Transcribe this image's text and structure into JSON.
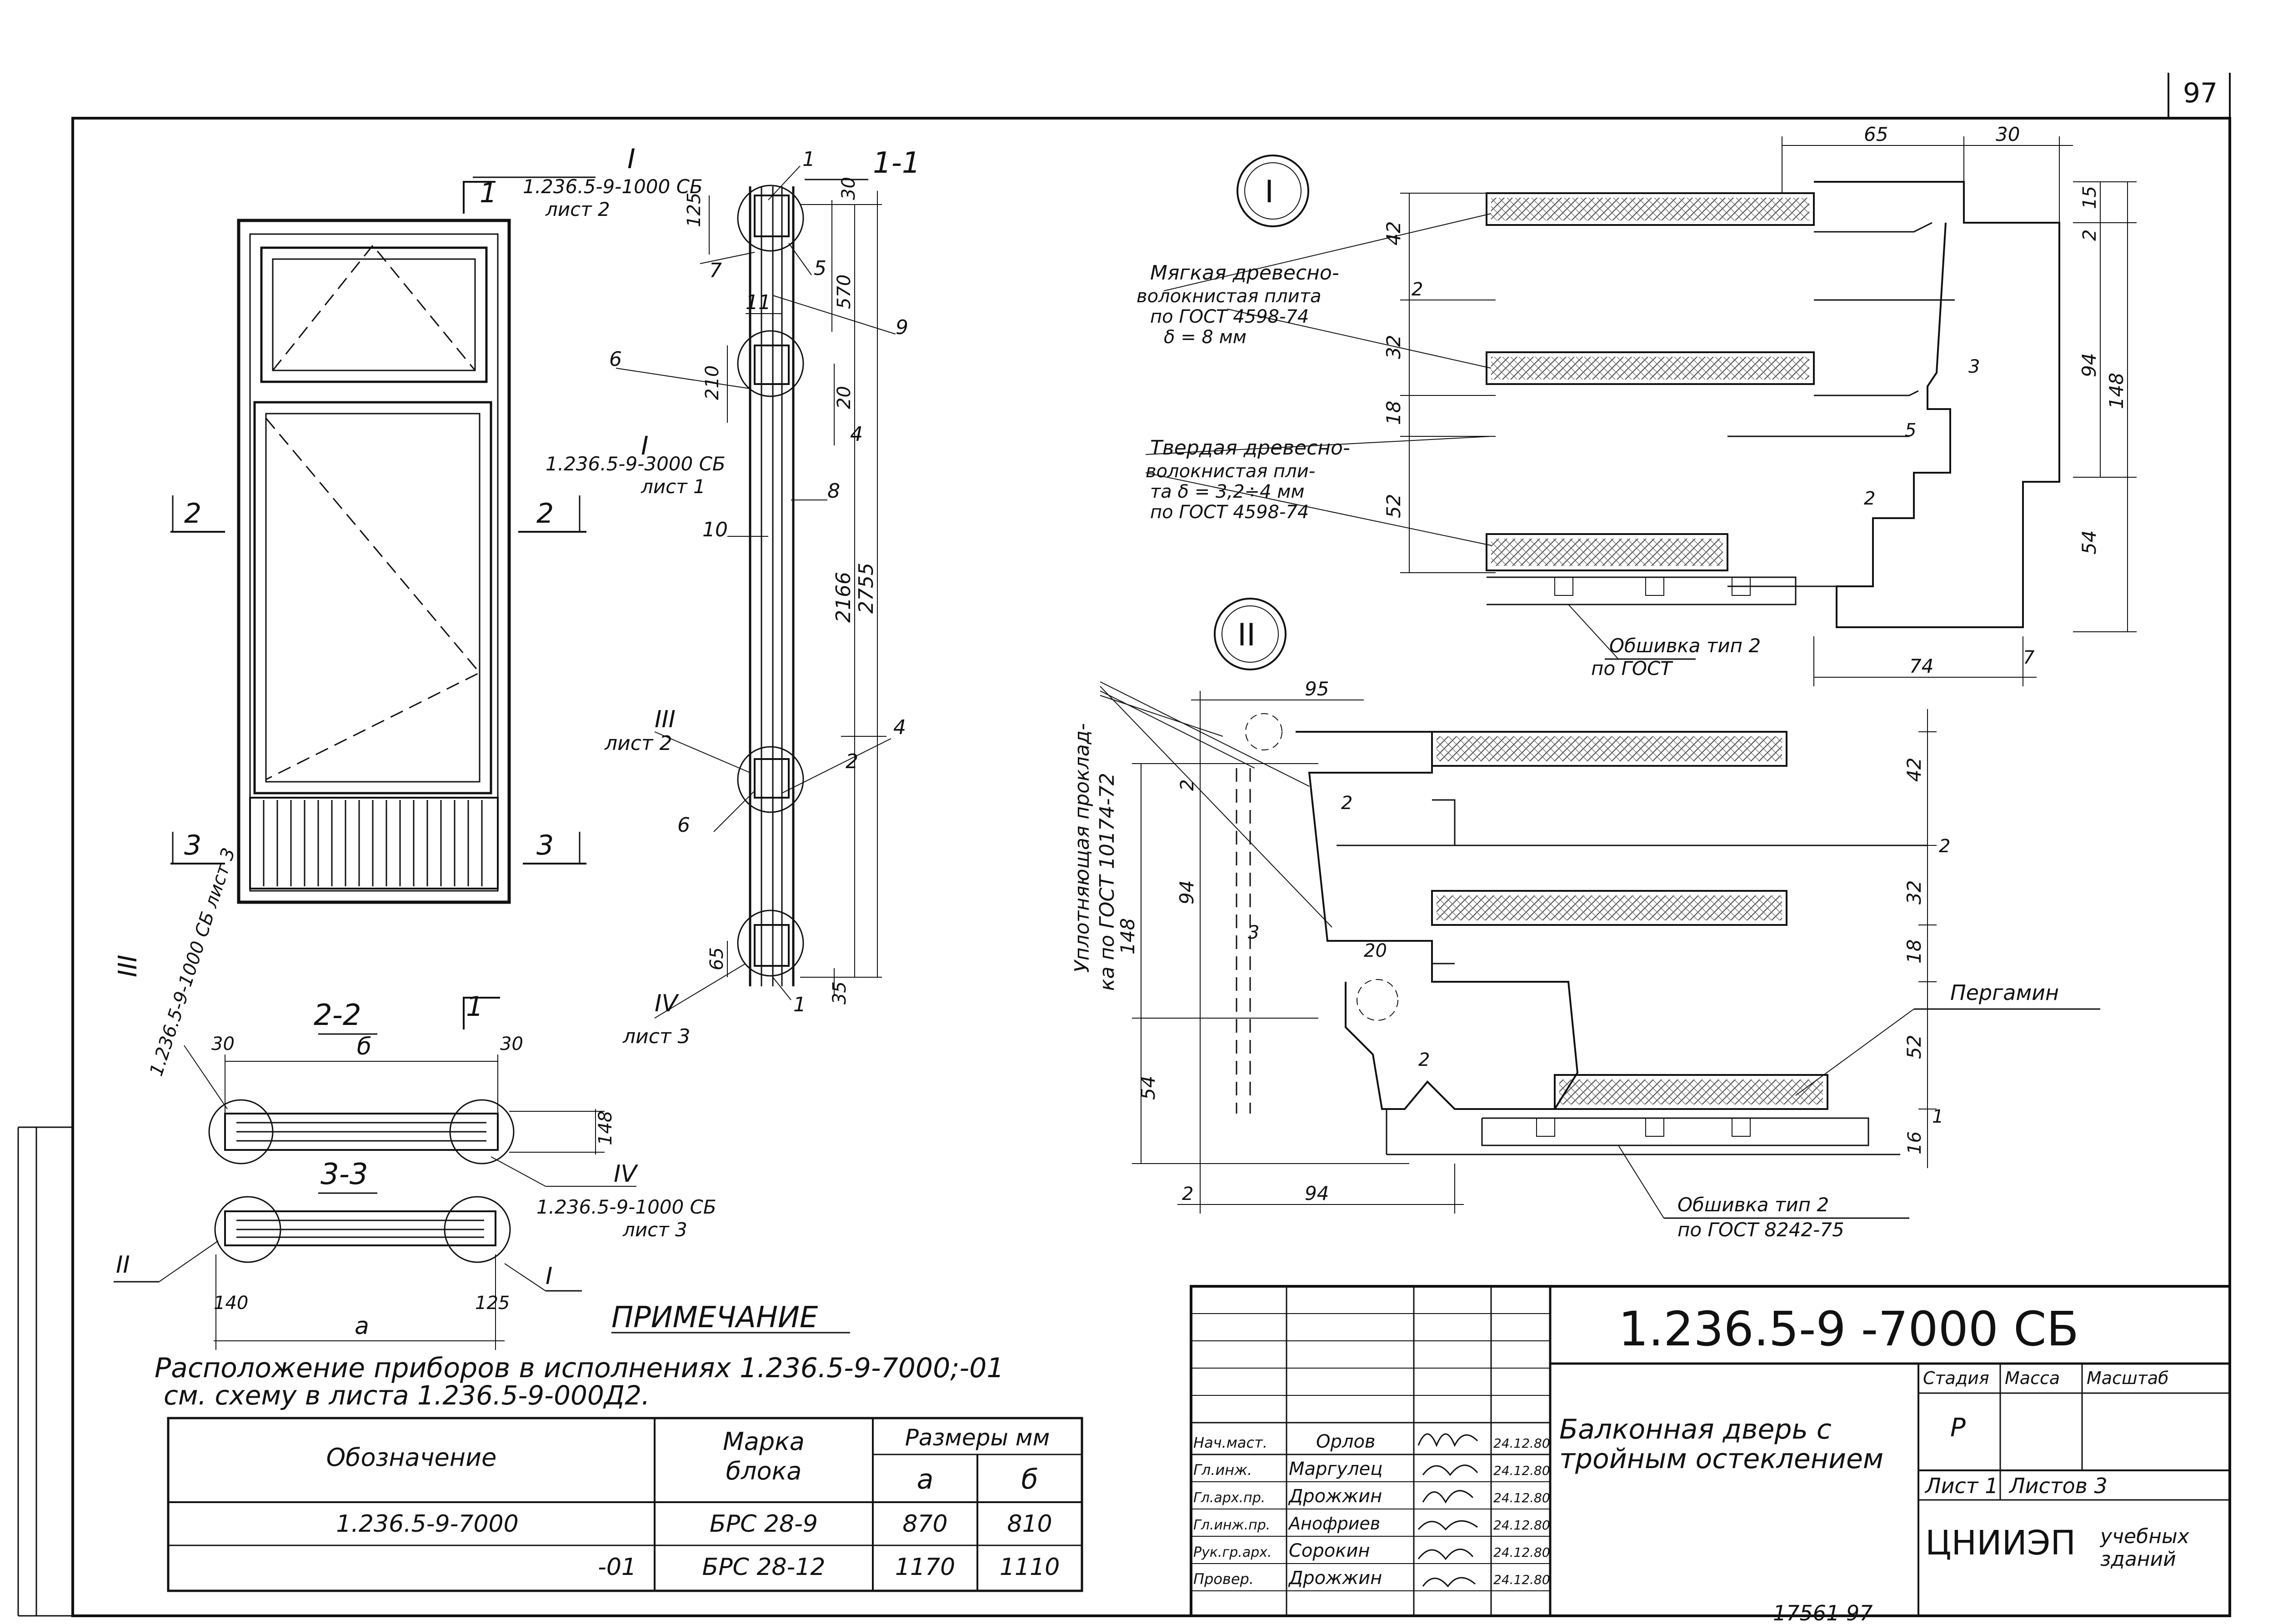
{
  "sheet": {
    "page_number": "97",
    "archive_number": "17561 97",
    "doc_code": "1.236.5-9 -7000 СБ",
    "title_line1": "Балконная дверь с",
    "title_line2": "тройным остеклением",
    "stage_header": "Стадия",
    "mass_header": "Масса",
    "scale_header": "Масштаб",
    "stage_value": "Р",
    "sheet_label": "Лист 1",
    "sheets_label": "Листов 3",
    "org_name": "ЦНИИЭП",
    "org_sub1": "учебных",
    "org_sub2": "зданий",
    "signatures": [
      {
        "role": "Нач.маст.",
        "name": "Орлов",
        "date": "24.12.80"
      },
      {
        "role": "Гл.инж.",
        "name": "Маргулец",
        "date": "24.12.80"
      },
      {
        "role": "Гл.арх.пр.",
        "name": "Дрожжин",
        "date": "24.12.80"
      },
      {
        "role": "Гл.инж.пр.",
        "name": "Анофриев",
        "date": "24.12.80"
      },
      {
        "role": "Рук.гр.арх.",
        "name": "Сорокин",
        "date": "24.12.80"
      },
      {
        "role": "Провер.",
        "name": "Дрожжин",
        "date": "24.12.80"
      }
    ]
  },
  "elevation": {
    "section_1_label": "1",
    "section_2_label": "2",
    "section_3_label": "3",
    "ref_I_top": "1.236.5-9-1000 СБ",
    "ref_I_top_sheet": "лист 2",
    "callout_III_label": "III",
    "ref_III_vertical": "1.236.5-9-1000 СБ лист 3"
  },
  "section_1_1": {
    "title": "1-1",
    "callout_I_label": "I",
    "ref_I_mid": "1.236.5-9-3000 СБ",
    "ref_I_mid_sheet": "лист 1",
    "ref_III_label": "III",
    "ref_III_sheet": "лист 2",
    "ref_IV_label": "IV",
    "ref_IV_sheet": "лист 3",
    "dims": [
      "125",
      "30",
      "570",
      "210",
      "20",
      "2166",
      "2755",
      "65",
      "35"
    ],
    "positions": [
      "1",
      "7",
      "5",
      "11",
      "9",
      "6",
      "4",
      "8",
      "10",
      "2",
      "6",
      "4",
      "1"
    ]
  },
  "section_2_2": {
    "title": "2-2",
    "dims": [
      "30",
      "б",
      "30",
      "148"
    ],
    "ref_IV_label": "IV",
    "ref_IV": "1.236.5-9-1000 СБ",
    "ref_IV_sheet": "лист 3"
  },
  "section_3_3": {
    "title": "3-3",
    "dims": [
      "140",
      "а",
      "125"
    ],
    "callout_II": "II",
    "callout_I": "I"
  },
  "detail_I": {
    "label": "I",
    "note1_l1": "Мягкая древесно-",
    "note1_l2": "волокнистая плита",
    "note1_l3": "по ГОСТ 4598-74",
    "note1_l4": "δ = 8 мм",
    "note2_l1": "Твердая древесно-",
    "note2_l2": "волокнистая пли-",
    "note2_l3": "та δ = 3,2÷4 мм",
    "note2_l4": "по ГОСТ 4598-74",
    "cladding_l1": "Обшивка тип 2",
    "cladding_l2": "по ГОСТ",
    "dims": [
      "65",
      "30",
      "42",
      "32",
      "18",
      "52",
      "15",
      "2",
      "94",
      "148",
      "54",
      "74",
      "7",
      "2",
      "3",
      "5",
      "2"
    ]
  },
  "detail_II": {
    "label": "II",
    "seal_note_l1": "Уплотняющая проклад-",
    "seal_note_l2": "ка по ГОСТ 10174-72",
    "pergamin": "Пергамин",
    "cladding_l1": "Обшивка тип 2",
    "cladding_l2": "по ГОСТ 8242-75",
    "dims": [
      "95",
      "42",
      "2",
      "32",
      "18",
      "52",
      "1",
      "16",
      "2",
      "94",
      "148",
      "54",
      "2",
      "94",
      "3",
      "20",
      "2",
      "2"
    ]
  },
  "note": {
    "heading": "ПРИМЕЧАНИЕ",
    "line1": "Расположение приборов в исполнениях 1.236.5-9-7000;-01",
    "line2": "см. схему в листа 1.236.5-9-000Д2."
  },
  "spec_table": {
    "col_designation": "Обозначение",
    "col_mark_l1": "Марка",
    "col_mark_l2": "блока",
    "col_sizes": "Размеры мм",
    "col_a": "а",
    "col_b": "б",
    "rows": [
      {
        "designation": "1.236.5-9-7000",
        "mark": "БРС 28-9",
        "a": "870",
        "b": "810"
      },
      {
        "designation": "-01",
        "mark": "БРС 28-12",
        "a": "1170",
        "b": "1110"
      }
    ]
  },
  "colors": {
    "ink": "#111111",
    "paper": "#ffffff",
    "hatch": "#555555"
  }
}
